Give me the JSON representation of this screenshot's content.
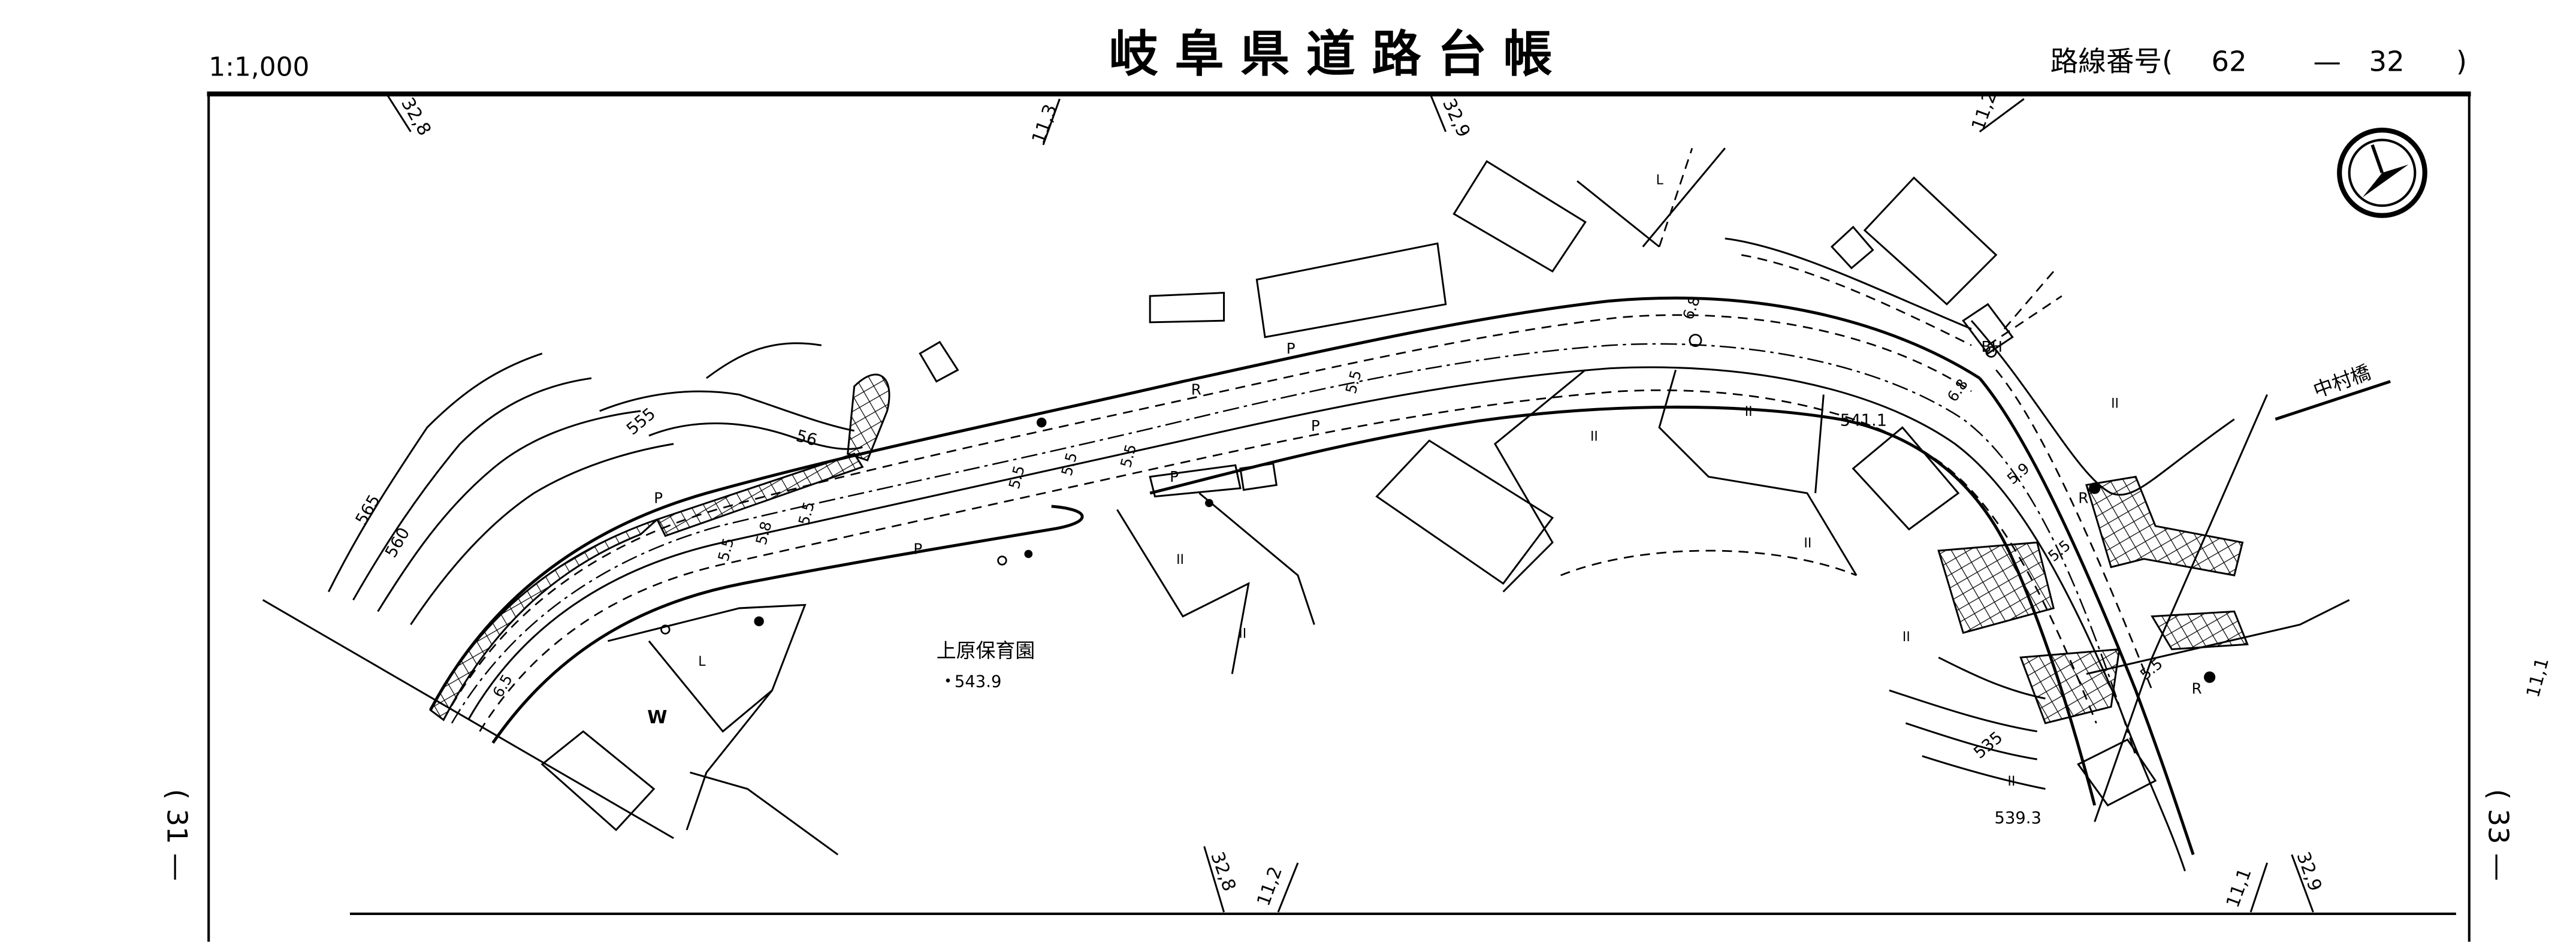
{
  "header": {
    "scale": "1:1,000",
    "title": "岐阜県道路台帳",
    "route_number_label": "路線番号(",
    "route_number_major": "62",
    "route_number_sep": "—",
    "route_number_minor": "32",
    "route_number_close": ")"
  },
  "sheet_refs": {
    "left": "( 31 —",
    "right": "( 33 —"
  },
  "grid_labels": {
    "top": [
      "32,8",
      "11,3",
      "32,9",
      "11,2"
    ],
    "right": "11,1",
    "bottom": [
      "32,8",
      "11,2",
      "11,1",
      "32,9"
    ]
  },
  "map_labels": {
    "nursery": "上原保育園",
    "nursery_elev": "543.9",
    "elev_mid": "541.1",
    "elev_right": "539.3",
    "bridge": "中村橋",
    "bh": "BH",
    "w": "W",
    "contours": [
      "565",
      "560",
      "555",
      "56",
      "535"
    ],
    "road_widths": [
      "5.5",
      "5.5",
      "5.5",
      "5.8",
      "5.5",
      "5.5",
      "5.5",
      "6.8",
      "6.8",
      "5.9",
      "5.5",
      "5.5",
      "6.5"
    ],
    "r": "R",
    "p": "P",
    "field_marks": [
      "II",
      "II",
      "II",
      "II",
      "II",
      "II",
      "II",
      "II",
      "L",
      "L"
    ]
  },
  "north_arrow": "north-arrow"
}
